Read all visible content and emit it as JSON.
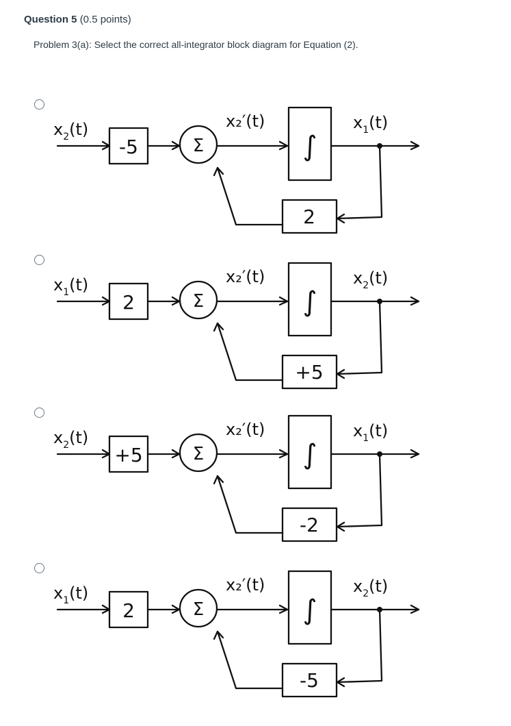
{
  "question": {
    "title": "Question 5",
    "points": "(0.5 points)",
    "prompt": "Problem 3(a): Select the correct all-integrator block diagram for Equation (2)."
  },
  "choices": [
    {
      "input_var": "x",
      "input_sub": "2",
      "input_arg": "(t)",
      "gain": "-5",
      "sum": "Σ",
      "sum_out": "x₂′(t)",
      "integrator": "∫",
      "output_var": "x",
      "output_sub": "1",
      "output_arg": "(t)",
      "feedback_gain": "2"
    },
    {
      "input_var": "x",
      "input_sub": "1",
      "input_arg": "(t)",
      "gain": "2",
      "sum": "Σ",
      "sum_out": "x₂′(t)",
      "integrator": "∫",
      "output_var": "x",
      "output_sub": "2",
      "output_arg": "(t)",
      "feedback_gain": "+5"
    },
    {
      "input_var": "x",
      "input_sub": "2",
      "input_arg": "(t)",
      "gain": "+5",
      "sum": "Σ",
      "sum_out": "x₂′(t)",
      "integrator": "∫",
      "output_var": "x",
      "output_sub": "1",
      "output_arg": "(t)",
      "feedback_gain": "-2"
    },
    {
      "input_var": "x",
      "input_sub": "1",
      "input_arg": "(t)",
      "gain": "2",
      "sum": "Σ",
      "sum_out": "x₂′(t)",
      "integrator": "∫",
      "output_var": "x",
      "output_sub": "2",
      "output_arg": "(t)",
      "feedback_gain": "-5"
    }
  ]
}
